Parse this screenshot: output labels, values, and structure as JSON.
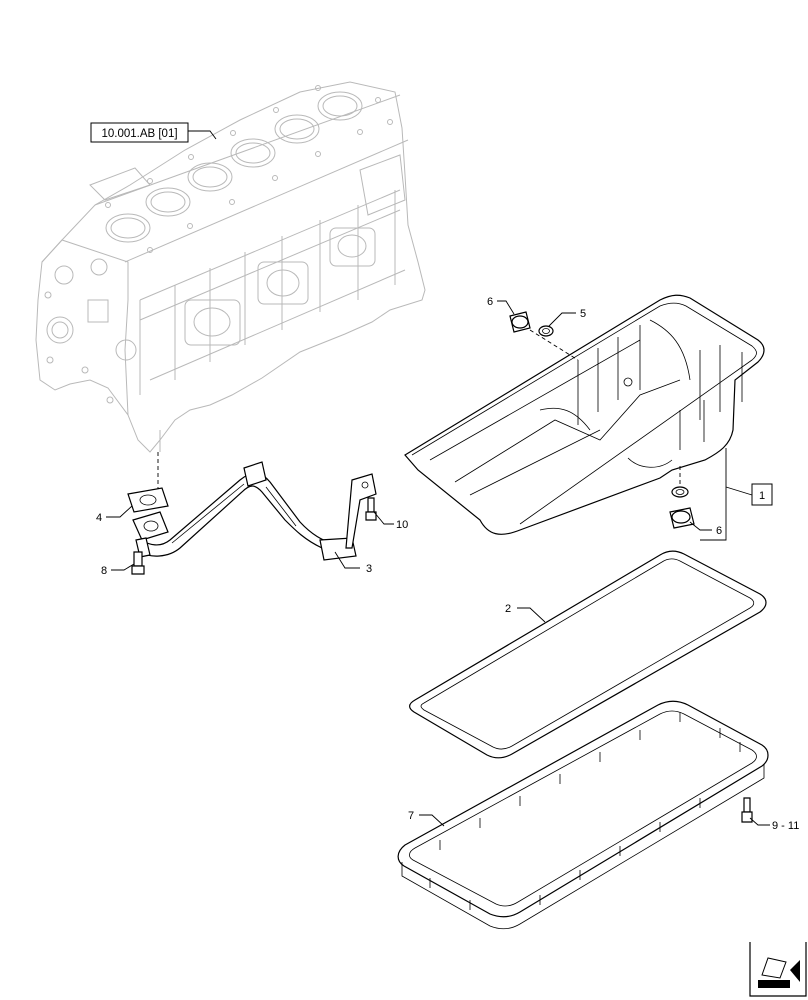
{
  "reference_box": "10.001.AB [01]",
  "group_box": "1",
  "callouts": {
    "c2": "2",
    "c3": "3",
    "c4": "4",
    "c5": "5",
    "c6_top": "6",
    "c6_bottom": "6",
    "c7": "7",
    "c8": "8",
    "c9_11": "9 - 11",
    "c10": "10"
  },
  "nav_icon": "next-page-arrow-icon"
}
